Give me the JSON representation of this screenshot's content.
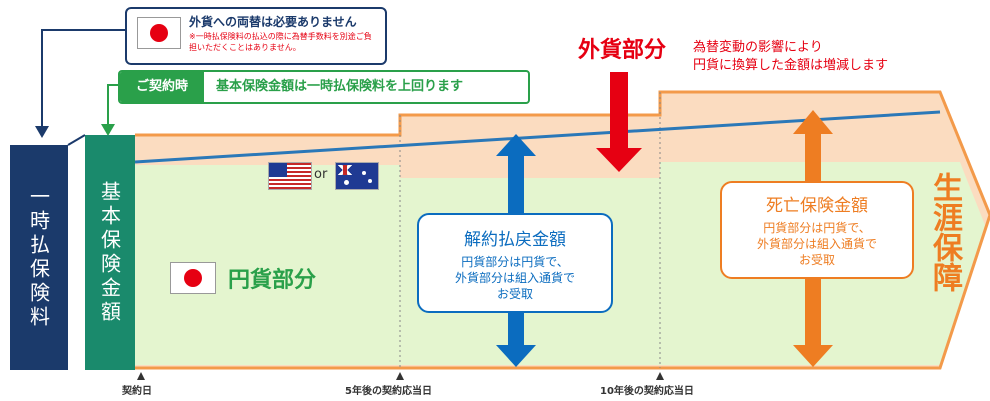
{
  "notice": {
    "title": "外貨への両替は必要ありません",
    "note": "※一時払保険料の払込の際に為替手数料を別途ご負担いただくことはありません。"
  },
  "contract_box": {
    "tag": "ご契約時",
    "text": "基本保険金額は一時払保険料を上回ります"
  },
  "foreign_part": {
    "title": "外貨部分",
    "description_line1": "為替変動の影響により",
    "description_line2": "円貨に換算した金額は増減します"
  },
  "premium_bar": {
    "label": "一時払保険料",
    "color": "#1b3a6b"
  },
  "basic_bar": {
    "label": "基本保険金額",
    "color": "#1a8a6c"
  },
  "currency": {
    "or_text": "or"
  },
  "yen_part": {
    "label": "円貨部分"
  },
  "surrender": {
    "title": "解約払戻金額",
    "line1": "円貨部分は円貨で、",
    "line2": "外貨部分は組入通貨で",
    "line3": "お受取"
  },
  "death_benefit": {
    "title": "死亡保険金額",
    "line1": "円貨部分は円貨で、",
    "line2": "外貨部分は組入通貨で",
    "line3": "お受取"
  },
  "lifetime": {
    "label": "生涯保障"
  },
  "timeline": {
    "start": "契約日",
    "year5": "5年後の契約応当日",
    "year10": "10年後の契約応当日"
  },
  "colors": {
    "foreign_fill": "#fbdcc0",
    "yen_fill": "#e4f5cf",
    "orange": "#ee7d22",
    "red": "#e60012",
    "blue": "#0b6cbf",
    "green": "#2aa04a",
    "dark_blue": "#1b3a6b"
  }
}
